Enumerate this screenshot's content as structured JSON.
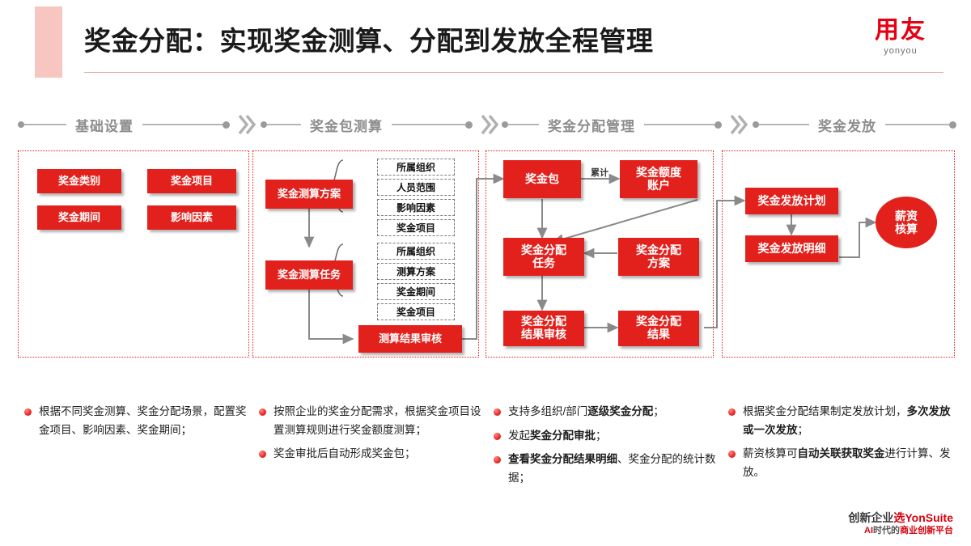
{
  "header": {
    "title": "奖金分配：实现奖金测算、分配到发放全程管理",
    "logo_cn": "用友",
    "logo_en": "yonyou"
  },
  "stages": [
    {
      "label": "基础设置"
    },
    {
      "label": "奖金包测算"
    },
    {
      "label": "奖金分配管理"
    },
    {
      "label": "奖金发放"
    }
  ],
  "diagram": {
    "panel1": {
      "boxes": [
        {
          "label": "奖金类别"
        },
        {
          "label": "奖金项目"
        },
        {
          "label": "奖金期间"
        },
        {
          "label": "影响因素"
        }
      ]
    },
    "panel2": {
      "boxes": [
        {
          "label": "奖金测算方案"
        },
        {
          "label": "奖金测算任务"
        },
        {
          "label": "测算结果审核"
        }
      ],
      "attrs_top": [
        "所属组织",
        "人员范围",
        "影响因素",
        "奖金项目"
      ],
      "attrs_bottom": [
        "所属组织",
        "测算方案",
        "奖金期间",
        "奖金项目"
      ]
    },
    "panel3": {
      "boxes": [
        {
          "label": "奖金包"
        },
        {
          "label": "奖金额度\n账户",
          "line1": "奖金额度",
          "line2": "账户"
        },
        {
          "label": "奖金分配\n任务",
          "line1": "奖金分配",
          "line2": "任务"
        },
        {
          "label": "奖金分配\n方案",
          "line1": "奖金分配",
          "line2": "方案"
        },
        {
          "label": "奖金分配\n结果审核",
          "line1": "奖金分配",
          "line2": "结果审核"
        },
        {
          "label": "奖金分配\n结果",
          "line1": "奖金分配",
          "line2": "结果"
        }
      ],
      "edge_label": "累计"
    },
    "panel4": {
      "boxes": [
        {
          "label": "奖金发放计划"
        },
        {
          "label": "奖金发放明细"
        }
      ],
      "ellipse": {
        "line1": "薪资",
        "line2": "核算"
      }
    }
  },
  "notes": [
    {
      "items": [
        [
          {
            "t": "根据不同奖金测算、奖金分配场景，配置奖金项目、影响因素、奖金期间；",
            "b": false
          }
        ]
      ]
    },
    {
      "items": [
        [
          {
            "t": "按照企业的奖金分配需求，根据奖金项目设置测算规则进行奖金额度测算；",
            "b": false
          }
        ],
        [
          {
            "t": "奖金审批后自动形成奖金包；",
            "b": false
          }
        ]
      ]
    },
    {
      "items": [
        [
          {
            "t": "支持多组织/部门",
            "b": false
          },
          {
            "t": "逐级奖金分配",
            "b": true
          },
          {
            "t": "；",
            "b": false
          }
        ],
        [
          {
            "t": "发起",
            "b": false
          },
          {
            "t": "奖金分配审批",
            "b": true
          },
          {
            "t": "；",
            "b": false
          }
        ],
        [
          {
            "t": "查看奖金分配结果明细",
            "b": true
          },
          {
            "t": "、奖金分配的统计数据；",
            "b": false
          }
        ]
      ]
    },
    {
      "items": [
        [
          {
            "t": "根据奖金分配结果制定发放计划，",
            "b": false
          },
          {
            "t": "多次发放或一次发放",
            "b": true
          },
          {
            "t": "；",
            "b": false
          }
        ],
        [
          {
            "t": "薪资核算可",
            "b": false
          },
          {
            "t": "自动关联获取奖金",
            "b": true
          },
          {
            "t": "进行计算、发放。",
            "b": false
          }
        ]
      ]
    }
  ],
  "footer": {
    "line1_pre": "创新企业",
    "line1_red": "选YonSuite",
    "line2_red1": "AI",
    "line2_mid": "时代的",
    "line2_red2": "商业创新平台"
  },
  "colors": {
    "brand_red": "#e2211c",
    "logo_red": "#e60012",
    "pink_bar": "#f7c6c1",
    "stage_gray": "#8d8d8d"
  }
}
